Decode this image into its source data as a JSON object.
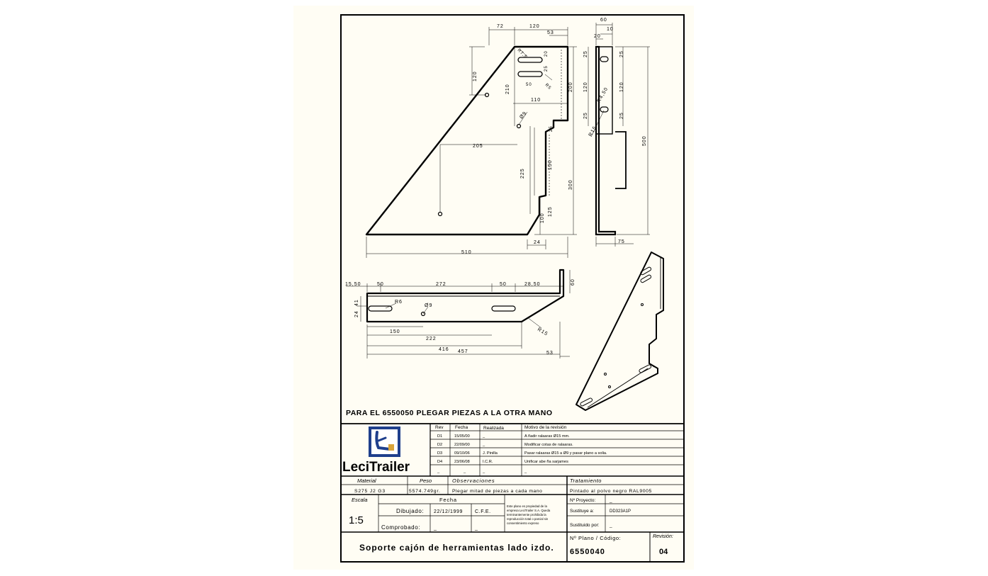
{
  "note": "PARA EL 6550050 PLEGAR PIEZAS A LA OTRA MANO",
  "dims": {
    "front": [
      "72",
      "120",
      "53",
      "R7,5",
      "20",
      "25",
      "50",
      "R5",
      "120",
      "210",
      "110",
      "Ø9",
      "200",
      "25",
      "205",
      "150",
      "225",
      "300",
      "100",
      "125",
      "24",
      "510"
    ],
    "side": [
      "60",
      "10",
      "20",
      "25",
      "25",
      "120",
      "120",
      "R4,50",
      "25",
      "25",
      "R15",
      "500",
      "75"
    ],
    "top": [
      "15,50",
      "50",
      "272",
      "50",
      "28,50",
      "60",
      "R6",
      "Ø9",
      "41",
      "24",
      "150",
      "222",
      "R15",
      "416",
      "457",
      "53"
    ]
  },
  "revisions": {
    "headers": [
      "Rev",
      "Fecha",
      "Realizada",
      "Motivo de la revisión"
    ],
    "rows": [
      [
        "D1",
        "15/05/00",
        "_",
        "A ñadir ralaaras Ø15 mm."
      ],
      [
        "D2",
        "22/09/00",
        "_",
        "Modificar cotas de ralaaras."
      ],
      [
        "D3",
        "09/10/06",
        "J. Pinilla",
        "Pasar ralaaras Ø15 a Ø9 y pasar plano a solia."
      ],
      [
        "D4",
        "23/06/08",
        "I.C.R.",
        "Unificar abe ña sarjames"
      ],
      [
        "_",
        "_",
        "_",
        "_"
      ]
    ]
  },
  "logo": {
    "text": "LeciTrailer"
  },
  "material": {
    "label": "Material",
    "value": "S275 J2 G3"
  },
  "peso": {
    "label": "Peso",
    "value": "5574.749gr."
  },
  "observaciones": {
    "label": "Observaciones",
    "value": "Plegar mitad de piezas a cada mano"
  },
  "tratamiento": {
    "label": "Tratamiento",
    "value": "Pintado al polvo negro RAL9005"
  },
  "escala": {
    "label": "Escala",
    "value": "1:5"
  },
  "fecha_label": "Fecha",
  "dibujado": {
    "label": "Dibujado:",
    "fecha": "22/12/1999",
    "por": "C.F.E."
  },
  "comprobado": {
    "label": "Comprobado:",
    "fecha": "_",
    "por": "_"
  },
  "legal": [
    "Este plano es propiedad de la",
    "empresa LeciTrailer S.A. Queda",
    "terminantemente prohibida la",
    "reproducción total o parcial sin",
    "consentimiento expreso"
  ],
  "proyecto": {
    "label": "Nº Proyecto:",
    "value": "_"
  },
  "sustituye": {
    "label": "Sustituye a:",
    "value": "DD323A1P"
  },
  "sustituido": {
    "label": "Sustituido por:",
    "value": "_"
  },
  "titulo": "Soporte cajón de herramientas lado izdo.",
  "codigo": {
    "label": "Nº Plano / Código:",
    "value": "6550040"
  },
  "revision": {
    "label": "Revisión:",
    "value": "04"
  }
}
